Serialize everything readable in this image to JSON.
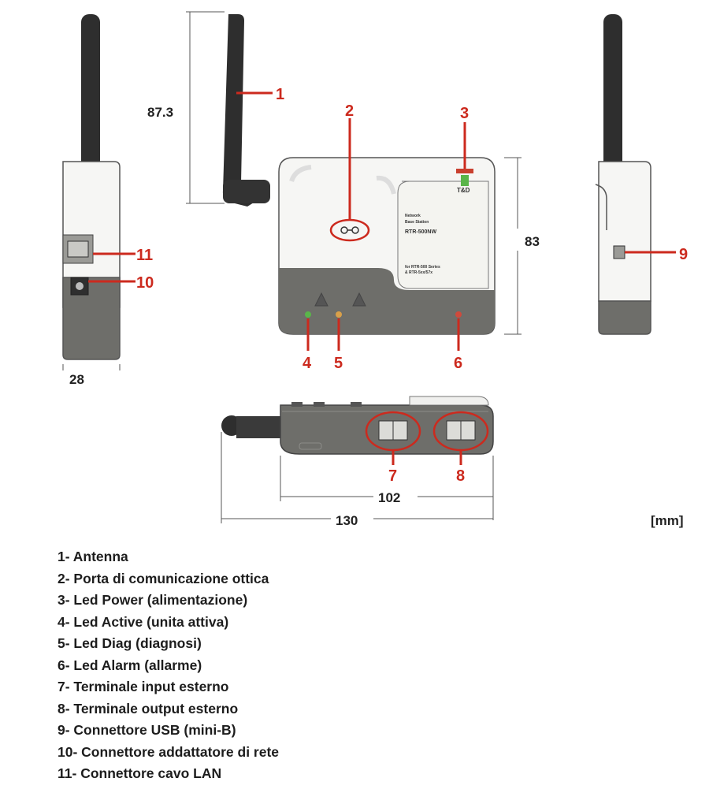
{
  "dimensions": {
    "antenna_height": "87.3",
    "body_height": "83",
    "side_depth": "28",
    "body_length": "102",
    "total_length": "130",
    "unit": "[mm]"
  },
  "callouts": [
    "1",
    "2",
    "3",
    "4",
    "5",
    "6",
    "7",
    "8",
    "9",
    "10",
    "11"
  ],
  "device_label": {
    "brand": "T&D",
    "line1": "Network",
    "line2": "Base Station",
    "model": "RTR-500NW",
    "note1": "for RTR-500 Series",
    "note2": "& RTR-5xx/57x"
  },
  "legend": [
    "1- Antenna",
    "2- Porta di comunicazione ottica",
    "3- Led Power (alimentazione)",
    "4- Led Active (unita attiva)",
    "5- Led Diag (diagnosi)",
    "6- Led Alarm (allarme)",
    "7- Terminale input esterno",
    "8- Terminale output esterno",
    "9- Connettore USB (mini-B)",
    "10- Connettore addattatore di rete",
    "11- Connettore cavo LAN"
  ],
  "colors": {
    "callout_red": "#cc2a1e",
    "device_gray": "#6e6e6a",
    "antenna": "#2e2e2e",
    "led_green": "#5ab54a"
  }
}
